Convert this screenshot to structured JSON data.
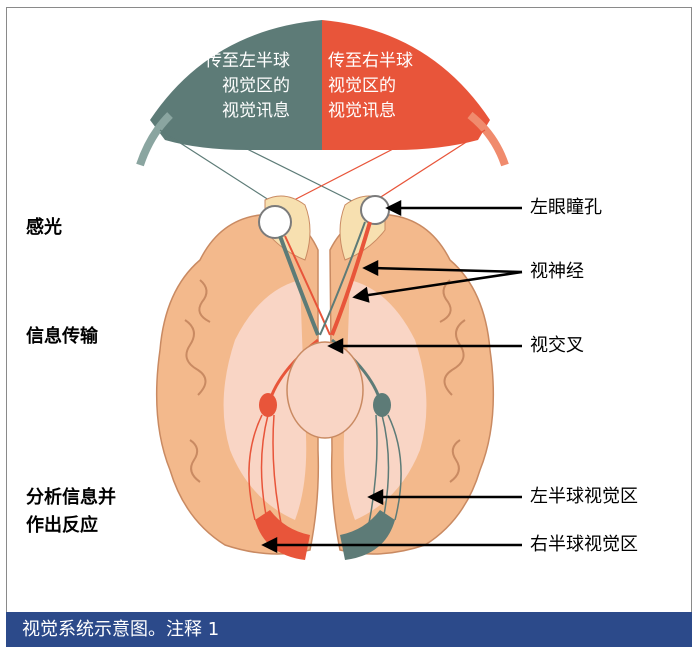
{
  "visual_field": {
    "left_text": [
      "传至左半球",
      "视觉区的",
      "视觉讯息"
    ],
    "right_text": [
      "传至右半球",
      "视觉区的",
      "视觉讯息"
    ],
    "left_color": "#5d7b77",
    "right_color": "#e8553a"
  },
  "stages": {
    "perception": "感光",
    "transmission": "信息传输",
    "analysis_line1": "分析信息并",
    "analysis_line2": "作出反应"
  },
  "annotations": {
    "left_pupil": "左眼瞳孔",
    "optic_nerve": "视神经",
    "optic_chiasm": "视交叉",
    "left_visual_cortex": "左半球视觉区",
    "right_visual_cortex": "右半球视觉区"
  },
  "caption": "视觉系统示意图。注释 1",
  "colors": {
    "brain_outer": "#f3b98c",
    "brain_inner": "#f9d5c5",
    "caption_bg": "#2c4a8a"
  }
}
